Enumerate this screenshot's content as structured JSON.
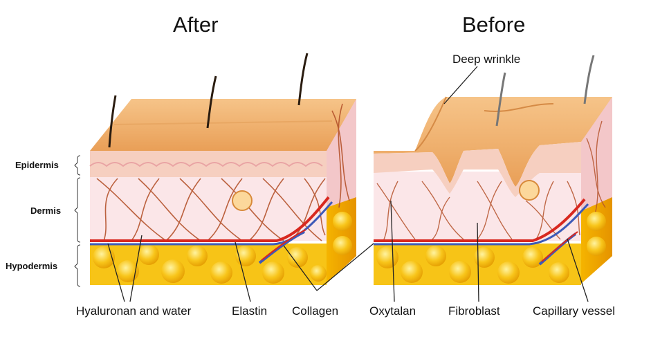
{
  "titles": {
    "after": "After",
    "before": "Before"
  },
  "layers": {
    "epidermis": "Epidermis",
    "dermis": "Dermis",
    "hypodermis": "Hypodermis"
  },
  "callouts": {
    "deep_wrinkle": "Deep wrinkle",
    "hyaluronan": "Hyaluronan and water",
    "elastin": "Elastin",
    "collagen": "Collagen",
    "oxytalan": "Oxytalan",
    "fibroblast": "Fibroblast",
    "capillary": "Capillary vessel"
  },
  "colors": {
    "skin_surface": "#f2b56f",
    "epidermis": "#f6cfc0",
    "dermis": "#fbe6e8",
    "fat": "#f7c417",
    "fiber": "#b5532c",
    "artery": "#d8281f",
    "vein": "#3d5ab8"
  }
}
